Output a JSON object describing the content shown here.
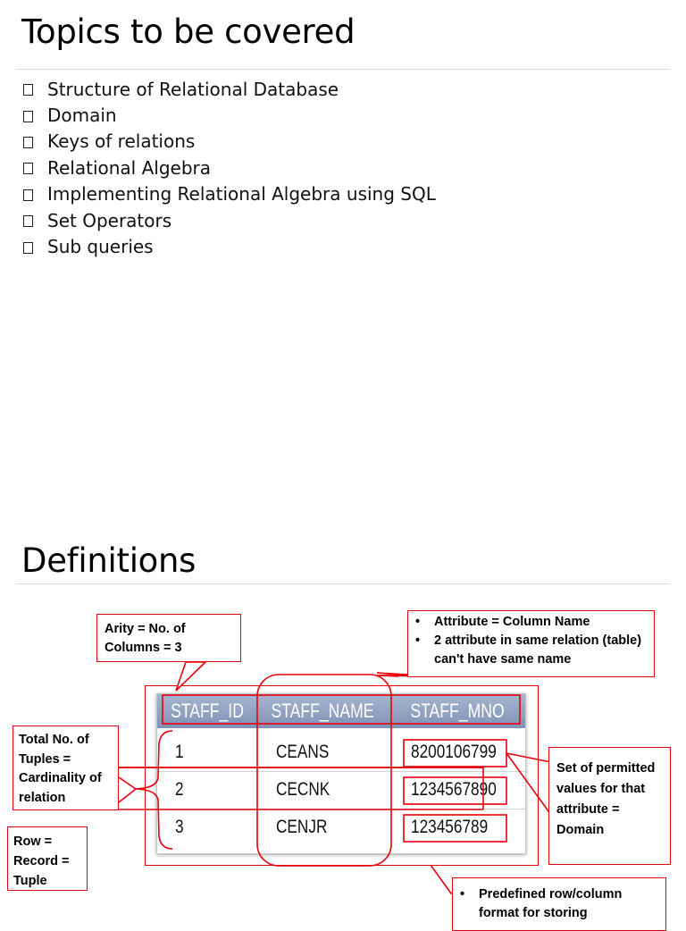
{
  "slide1": {
    "title": "Topics to be covered",
    "topics": [
      "Structure of Relational Database",
      "Domain",
      "Keys of relations",
      "Relational Algebra",
      "Implementing Relational Algebra using SQL",
      "Set Operators",
      "Sub queries"
    ]
  },
  "slide2": {
    "title": "Definitions",
    "table": {
      "headers": [
        "STAFF_ID",
        "STAFF_NAME",
        "STAFF_MNO"
      ],
      "rows": [
        [
          "1",
          "CEANS",
          "8200106799"
        ],
        [
          "2",
          "CECNK",
          "1234567890"
        ],
        [
          "3",
          "CENJR",
          "123456789"
        ]
      ]
    },
    "callouts": {
      "arity": "Arity = No. of Columns = 3",
      "attribute": [
        "Attribute = Column Name",
        "2 attribute in same relation (table) can't have same name"
      ],
      "tuples": "Total No. of Tuples = Cardinality of relation",
      "row": "Row = Record = Tuple",
      "domain": "Set of permitted values for that attribute = Domain",
      "relation": [
        "Predefined row/column format for storing"
      ]
    },
    "colors": {
      "accent": "#e8000b",
      "header_bg": "#8b9cc0",
      "header_text": "#ffffff"
    }
  }
}
